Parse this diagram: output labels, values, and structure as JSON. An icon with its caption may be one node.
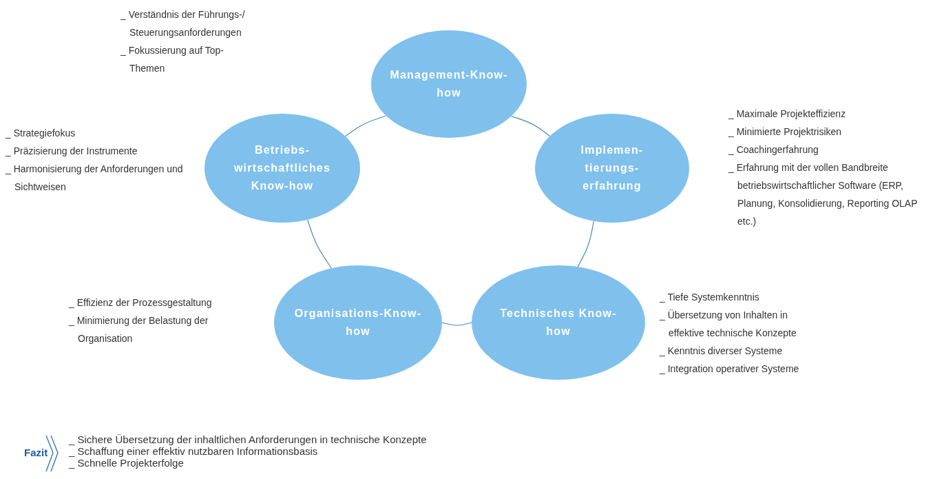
{
  "diagram": {
    "nodes": [
      {
        "text": [
          "Management-Know- how"
        ],
        "beside": [
          "_ Verständnis der Führungs-/ Steuerungsanforderungen",
          "_ Fokussierung auf Top-Themen"
        ]
      },
      {
        "text": [
          "Betriebs- wirtschaftliches Know-how"
        ],
        "beside": [
          "_ Strategiefokus",
          "_ Präzisierung der Instrumente",
          "_ Harmonisierung der Anforderungen und Sichtweisen"
        ]
      },
      {
        "text": [
          "Implemen- tierungs- erfahrung"
        ],
        "beside": [
          "_ Maximale Projekteffizienz",
          "_ Minimierte Projektrisiken",
          "_ Coachingerfahrung",
          "_ Erfahrung mit der vollen Bandbreite betriebswirtschaftlicher Software (ERP, Planung, Konsolidierung, Reporting OLAP etc.)"
        ]
      },
      {
        "text": [
          "Organisations-Know- how"
        ],
        "beside": [
          "_ Effizienz der Prozessgestaltung",
          "_ Minimierung der Belastung der Organisation"
        ]
      },
      {
        "text": [
          "Technisches Know- how"
        ],
        "beside": [
          "_ Tiefe Systemkenntnis",
          "_ Übersetzung von Inhalten in effektive technische Konzepte",
          "_ Kenntnis diverser Systeme",
          "_ Integration operativer Systeme"
        ]
      }
    ],
    "edges": [
      {
        "from": 1,
        "to": 0,
        "arrow": "none"
      },
      {
        "from": 0,
        "to": 2,
        "arrow": "none"
      },
      {
        "from": 2,
        "to": 4,
        "arrow": "none"
      },
      {
        "from": 4,
        "to": 3,
        "arrow": "none"
      },
      {
        "from": 3,
        "to": 1,
        "arrow": "none"
      }
    ],
    "labels": [
      "Fazit",
      "_ Sichere Übersetzung der inhaltlichen Anforderungen in technische Konzepte",
      "_ Schaffung einer effektiv nutzbaren Informationsbasis",
      "_ Schnelle Projekterfolge"
    ]
  }
}
